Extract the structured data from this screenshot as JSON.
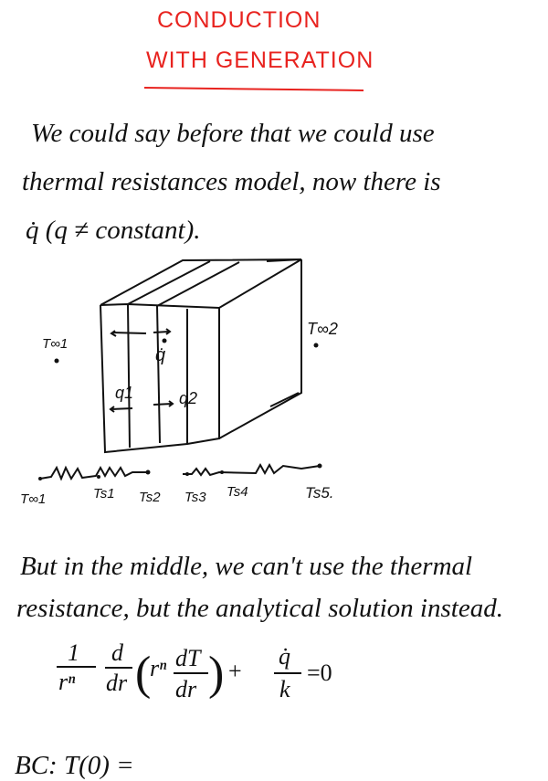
{
  "title": {
    "line1": "CONDUCTION",
    "line2": "WITH GENERATION",
    "color": "#e8231f"
  },
  "paragraph1": {
    "line1": "We could say before that we could use",
    "line2": "thermal resistances model, now there is",
    "line3": "q̇  (q ≠ constant)."
  },
  "diagram": {
    "labels": {
      "t_inf1": "T∞1",
      "t_inf2": "T∞2",
      "q_gen": "q̇",
      "q1": "q1",
      "q2": "q2"
    },
    "circuit_labels": [
      "T∞1",
      "Ts1",
      "Ts2",
      "Ts3",
      "Ts4",
      "Ts5."
    ]
  },
  "paragraph2": {
    "line1": "But in the middle, we can't use the thermal",
    "line2": "resistance, but the analytical solution instead."
  },
  "equation": {
    "one": "1",
    "rn": "rⁿ",
    "d": "d",
    "dr": "dr",
    "rn2": "rⁿ",
    "dT": "dT",
    "dr2": "dr",
    "plus": "+",
    "qdot": "q̇",
    "k": "k",
    "eq": "=0"
  },
  "bc_line": "BC:   T(0) ="
}
